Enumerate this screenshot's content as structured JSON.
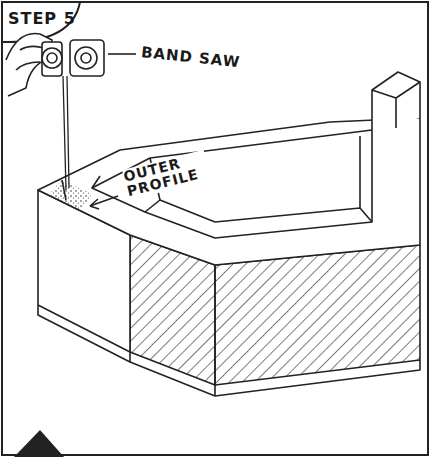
{
  "diagram": {
    "labels": [
      "STEP 5",
      "BAND SAW",
      "OUTER PROFILE"
    ]
  }
}
